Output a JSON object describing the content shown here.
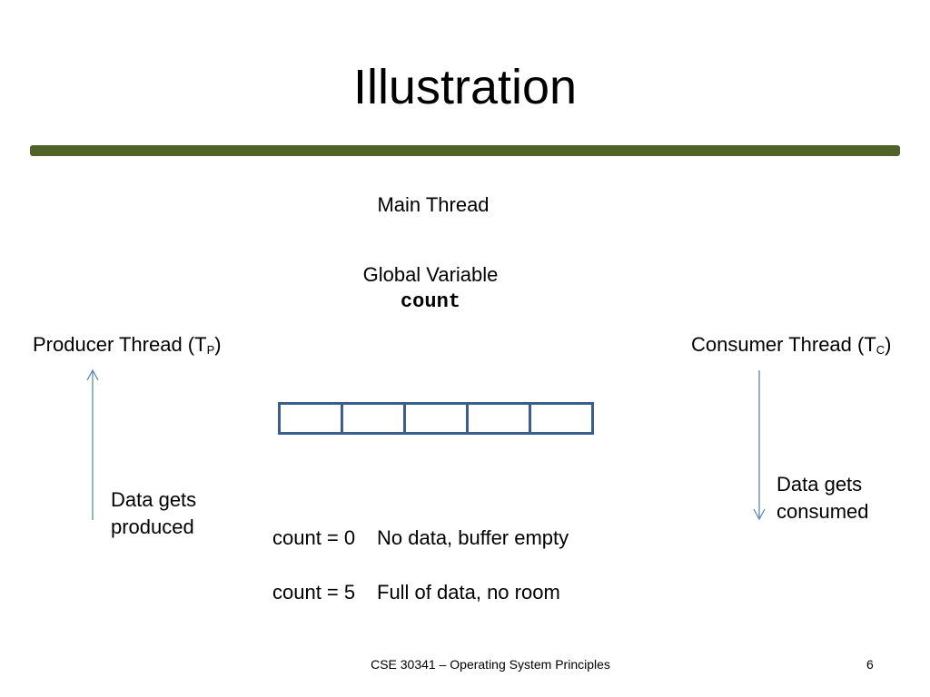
{
  "slide": {
    "title": "Illustration",
    "main_thread": "Main Thread",
    "global_variable_label": "Global Variable",
    "global_variable_name": "count",
    "producer": {
      "label": "Producer Thread (T",
      "subscript": "P",
      "close": ")"
    },
    "consumer": {
      "label": "Consumer Thread (T",
      "subscript": "C",
      "close": ")"
    },
    "produced_text": [
      "Data gets",
      "produced"
    ],
    "consumed_text": [
      "Data gets",
      "consumed"
    ],
    "buffer": {
      "slots": 5
    },
    "states": [
      {
        "label": "count = 0",
        "description": "No data, buffer empty"
      },
      {
        "label": "count = 5",
        "description": "Full of data, no room"
      }
    ],
    "footer": {
      "course": "CSE 30341 – Operating System Principles",
      "page_number": "6"
    }
  },
  "colors": {
    "title_bar": "#4f6228",
    "buffer_border": "#3b5f8a",
    "arrow": "#5b8ab8",
    "text": "#000000"
  }
}
